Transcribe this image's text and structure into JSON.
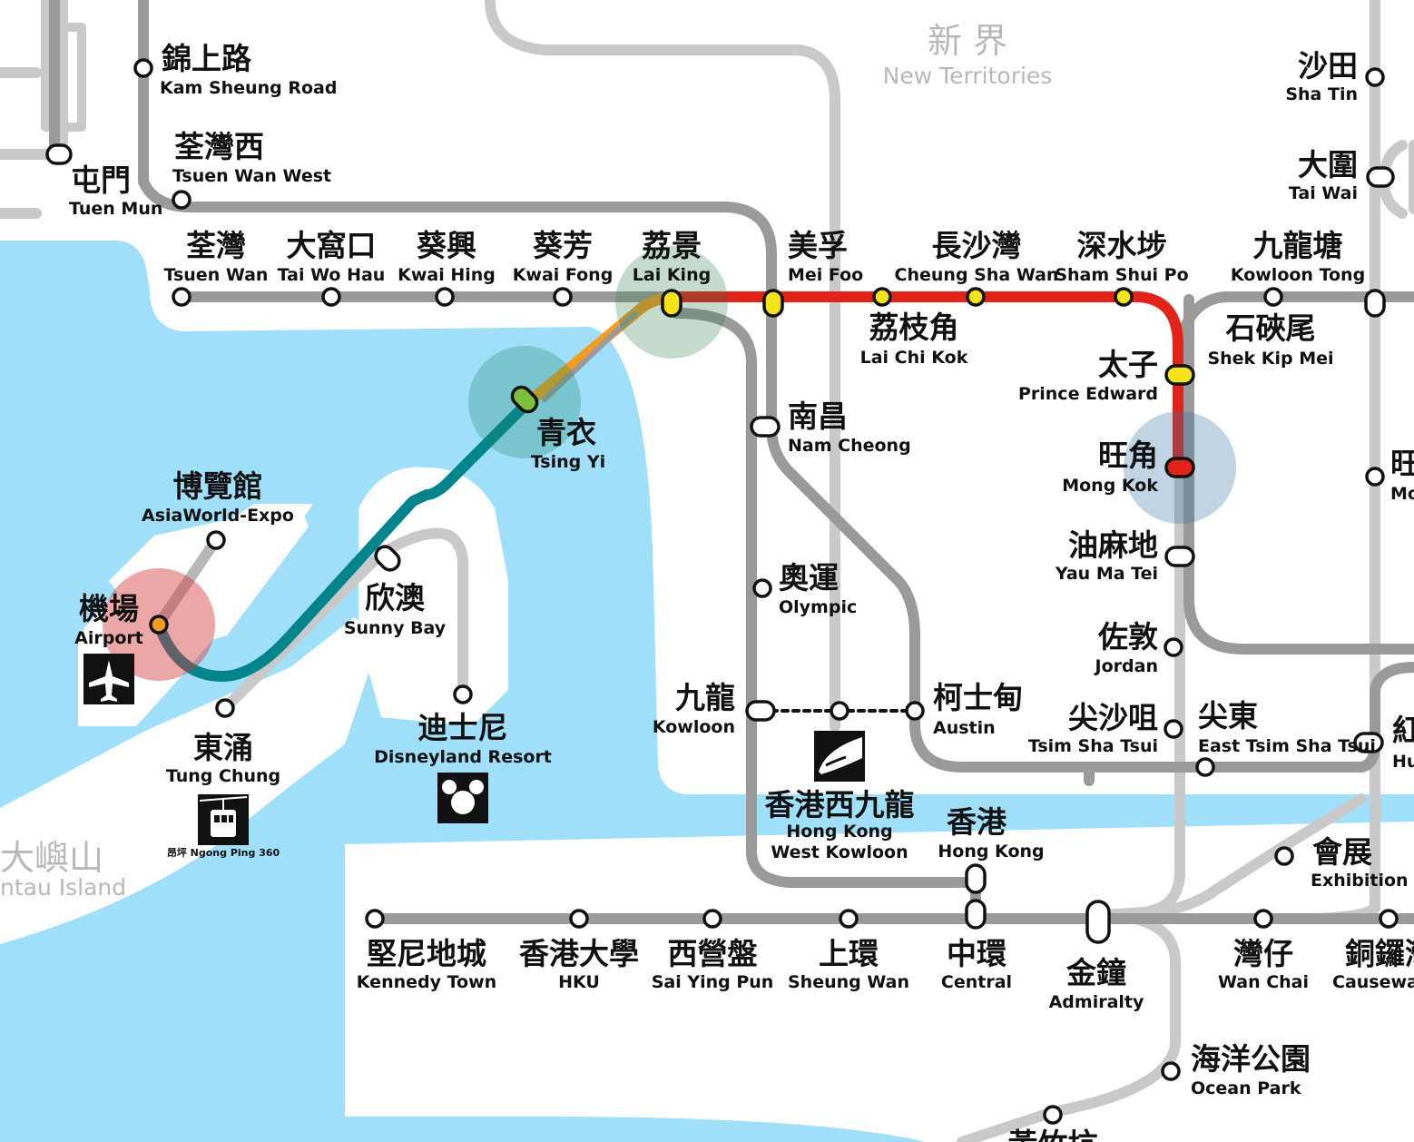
{
  "map": {
    "colors": {
      "water": "#9fdffa",
      "land": "#ffffff",
      "grey_line": "#9a9a9a",
      "light_line": "#c9c9c9",
      "tung_chung_line": "#f39c1f",
      "airport_express": "#00848b",
      "tsuen_wan_line": "#e2231a",
      "interchange_highlight": "#2c7a4b",
      "tsing_yi_highlight": "#1e8a6a",
      "airport_highlight": "#d33a3a",
      "mong_kok_highlight": "#2d6fa3",
      "station_yellow": "#f4e21c"
    },
    "regions": {
      "new_territories_zh": "新 界",
      "new_territories_en": "New Territories",
      "lantau_zh": "大嶼山",
      "lantau_en": "ntau Island"
    },
    "stations": {
      "kam_sheung_road": {
        "zh": "錦上路",
        "en": "Kam Sheung Road"
      },
      "tsuen_wan_west": {
        "zh": "荃灣西",
        "en": "Tsuen Wan West"
      },
      "tuen_mun": {
        "zh": "屯門",
        "en": "Tuen Mun"
      },
      "tsuen_wan": {
        "zh": "荃灣",
        "en": "Tsuen Wan"
      },
      "tai_wo_hau": {
        "zh": "大窩口",
        "en": "Tai Wo Hau"
      },
      "kwai_hing": {
        "zh": "葵興",
        "en": "Kwai Hing"
      },
      "kwai_fong": {
        "zh": "葵芳",
        "en": "Kwai Fong"
      },
      "lai_king": {
        "zh": "荔景",
        "en": "Lai King"
      },
      "mei_foo": {
        "zh": "美孚",
        "en": "Mei Foo"
      },
      "cheung_sha_wan": {
        "zh": "長沙灣",
        "en": "Cheung Sha Wan"
      },
      "sham_shui_po": {
        "zh": "深水埗",
        "en": "Sham Shui Po"
      },
      "kowloon_tong": {
        "zh": "九龍塘",
        "en": "Kowloon Tong"
      },
      "sha_tin": {
        "zh": "沙田",
        "en": "Sha Tin"
      },
      "tai_wai": {
        "zh": "大圍",
        "en": "Tai Wai"
      },
      "lai_chi_kok": {
        "zh": "荔枝角",
        "en": "Lai Chi Kok"
      },
      "shek_kip_mei": {
        "zh": "石硤尾",
        "en": "Shek Kip Mei"
      },
      "prince_edward": {
        "zh": "太子",
        "en": "Prince Edward"
      },
      "mong_kok": {
        "zh": "旺角",
        "en": "Mong Kok"
      },
      "mong_kok_east_partial": {
        "zh": "旺",
        "en": "Mo"
      },
      "yau_ma_tei": {
        "zh": "油麻地",
        "en": "Yau Ma Tei"
      },
      "jordan": {
        "zh": "佐敦",
        "en": "Jordan"
      },
      "tsim_sha_tsui": {
        "zh": "尖沙咀",
        "en": "Tsim Sha Tsui"
      },
      "east_tsim_sha_tsui": {
        "zh": "尖東",
        "en": "East Tsim Sha Tsui"
      },
      "hung_hom_partial": {
        "zh": "紅",
        "en": "Hu"
      },
      "tsing_yi": {
        "zh": "青衣",
        "en": "Tsing Yi"
      },
      "nam_cheong": {
        "zh": "南昌",
        "en": "Nam Cheong"
      },
      "olympic": {
        "zh": "奧運",
        "en": "Olympic"
      },
      "kowloon": {
        "zh": "九龍",
        "en": "Kowloon"
      },
      "austin": {
        "zh": "柯士甸",
        "en": "Austin"
      },
      "hong_kong_west_kowloon": {
        "zh": "香港西九龍",
        "en_line1": "Hong Kong",
        "en_line2": "West Kowloon"
      },
      "hong_kong": {
        "zh": "香港",
        "en": "Hong Kong"
      },
      "asiaworld_expo": {
        "zh": "博覽館",
        "en": "AsiaWorld-Expo"
      },
      "airport": {
        "zh": "機場",
        "en": "Airport"
      },
      "sunny_bay": {
        "zh": "欣澳",
        "en": "Sunny Bay"
      },
      "tung_chung": {
        "zh": "東涌",
        "en": "Tung Chung"
      },
      "disneyland_resort": {
        "zh": "迪士尼",
        "en": "Disneyland Resort"
      },
      "exhibition_centre": {
        "zh": "會展",
        "en": "Exhibition Ce"
      },
      "kennedy_town": {
        "zh": "堅尼地城",
        "en": "Kennedy Town"
      },
      "hku": {
        "zh": "香港大學",
        "en": "HKU"
      },
      "sai_ying_pun": {
        "zh": "西營盤",
        "en": "Sai Ying Pun"
      },
      "sheung_wan": {
        "zh": "上環",
        "en": "Sheung Wan"
      },
      "central": {
        "zh": "中環",
        "en": "Central"
      },
      "admiralty": {
        "zh": "金鐘",
        "en": "Admiralty"
      },
      "wan_chai": {
        "zh": "灣仔",
        "en": "Wan Chai"
      },
      "causeway_bay": {
        "zh": "銅鑼灣",
        "en": "Causeway"
      },
      "ocean_park": {
        "zh": "海洋公園",
        "en": "Ocean Park"
      },
      "bottom_partial": {
        "zh": "黃竹坑"
      }
    },
    "icons": {
      "airport_icon": "airplane-icon",
      "disney_icon": "mickey-icon",
      "cable_car_icon": "cable-car-icon",
      "high_speed_rail_icon": "high-speed-train-icon",
      "ngong_ping_label": "昂坪 Ngong Ping 360"
    }
  }
}
